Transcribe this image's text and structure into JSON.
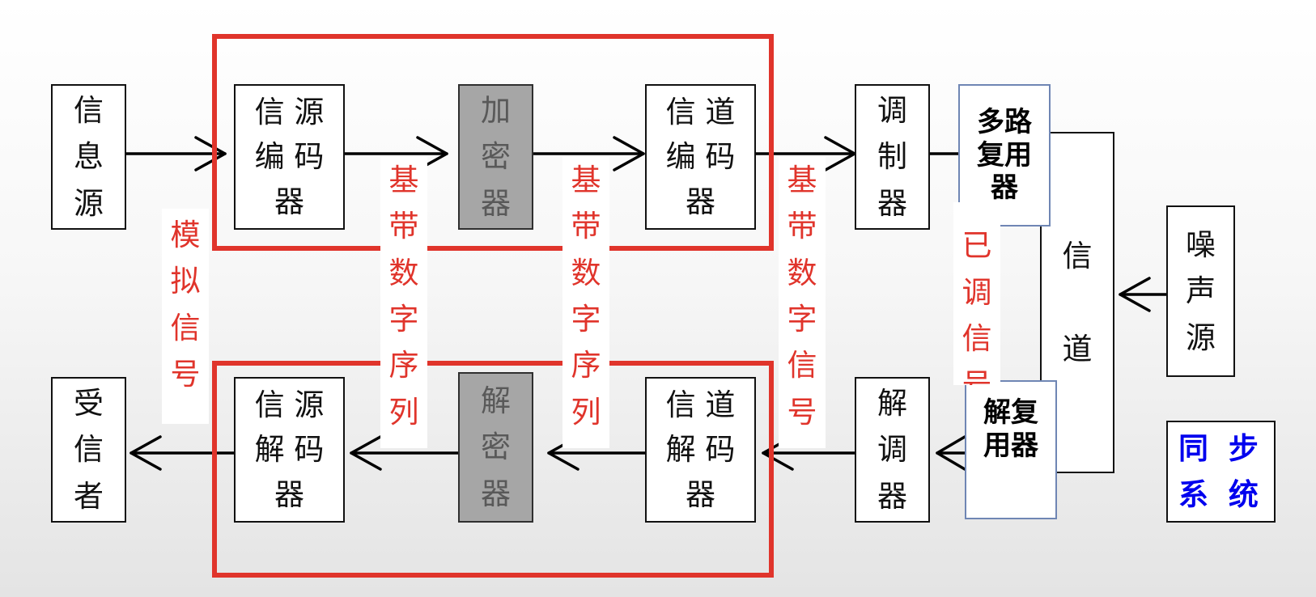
{
  "blocks": {
    "info_source": "信\n息\n源",
    "source_encoder": "信 源\n编 码\n器",
    "encryptor": "加\n密\n器",
    "channel_encoder": "信 道\n编 码\n器",
    "modulator": "调\n制\n器",
    "multiplexer": "多路\n复用\n器",
    "channel": "信\n\n道",
    "noise_source": "噪\n声\n源",
    "receiver": "受\n信\n者",
    "source_decoder": "信 源\n解 码\n器",
    "decryptor": "解\n密\n器",
    "channel_decoder": "信 道\n解 码\n器",
    "demodulator": "解\n调\n器",
    "demultiplexer": "解复\n用器",
    "sync_system": "同 步\n系 统"
  },
  "labels": {
    "analog_signal": "模\n拟\n信\n号",
    "baseband_sequence_1": "基\n带\n数\n字\n序\n列",
    "baseband_sequence_2": "基\n带\n数\n字\n序\n列",
    "baseband_signal": "基\n带\n数\n字\n信\n号",
    "modulated_signal": "已\n调\n信\n号"
  },
  "colors": {
    "highlight_frame": "#e0342b",
    "label_text": "#e0342b",
    "sync_text": "#0000ee",
    "crypto_fill": "#a6a6a6"
  }
}
